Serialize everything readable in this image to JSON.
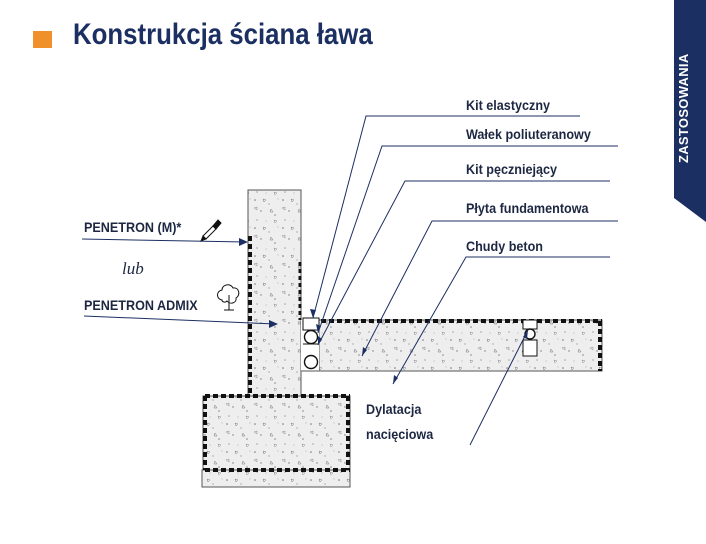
{
  "header": {
    "title": "Konstrukcja ściana ława",
    "side_tab": "ZASTOSOWANIA",
    "accent_color": "#f0902a",
    "tab_color": "#1c2f63"
  },
  "labels": {
    "kit_elastyczny": "Kit elastyczny",
    "walek": "Wałek poliuteranowy",
    "kit_pecz": "Kit pęczniejący",
    "plyta": "Płyta fundamentowa",
    "chudy": "Chudy beton",
    "dylatacja_1": "Dylatacja",
    "dylatacja_2": "nacięciowa",
    "penetron_m": "PENETRON (M)*",
    "lub": "lub",
    "penetron_admix": "PENETRON ADMIX"
  },
  "icons": {
    "brush": "paintbrush-icon",
    "admix": "tree-icon"
  }
}
